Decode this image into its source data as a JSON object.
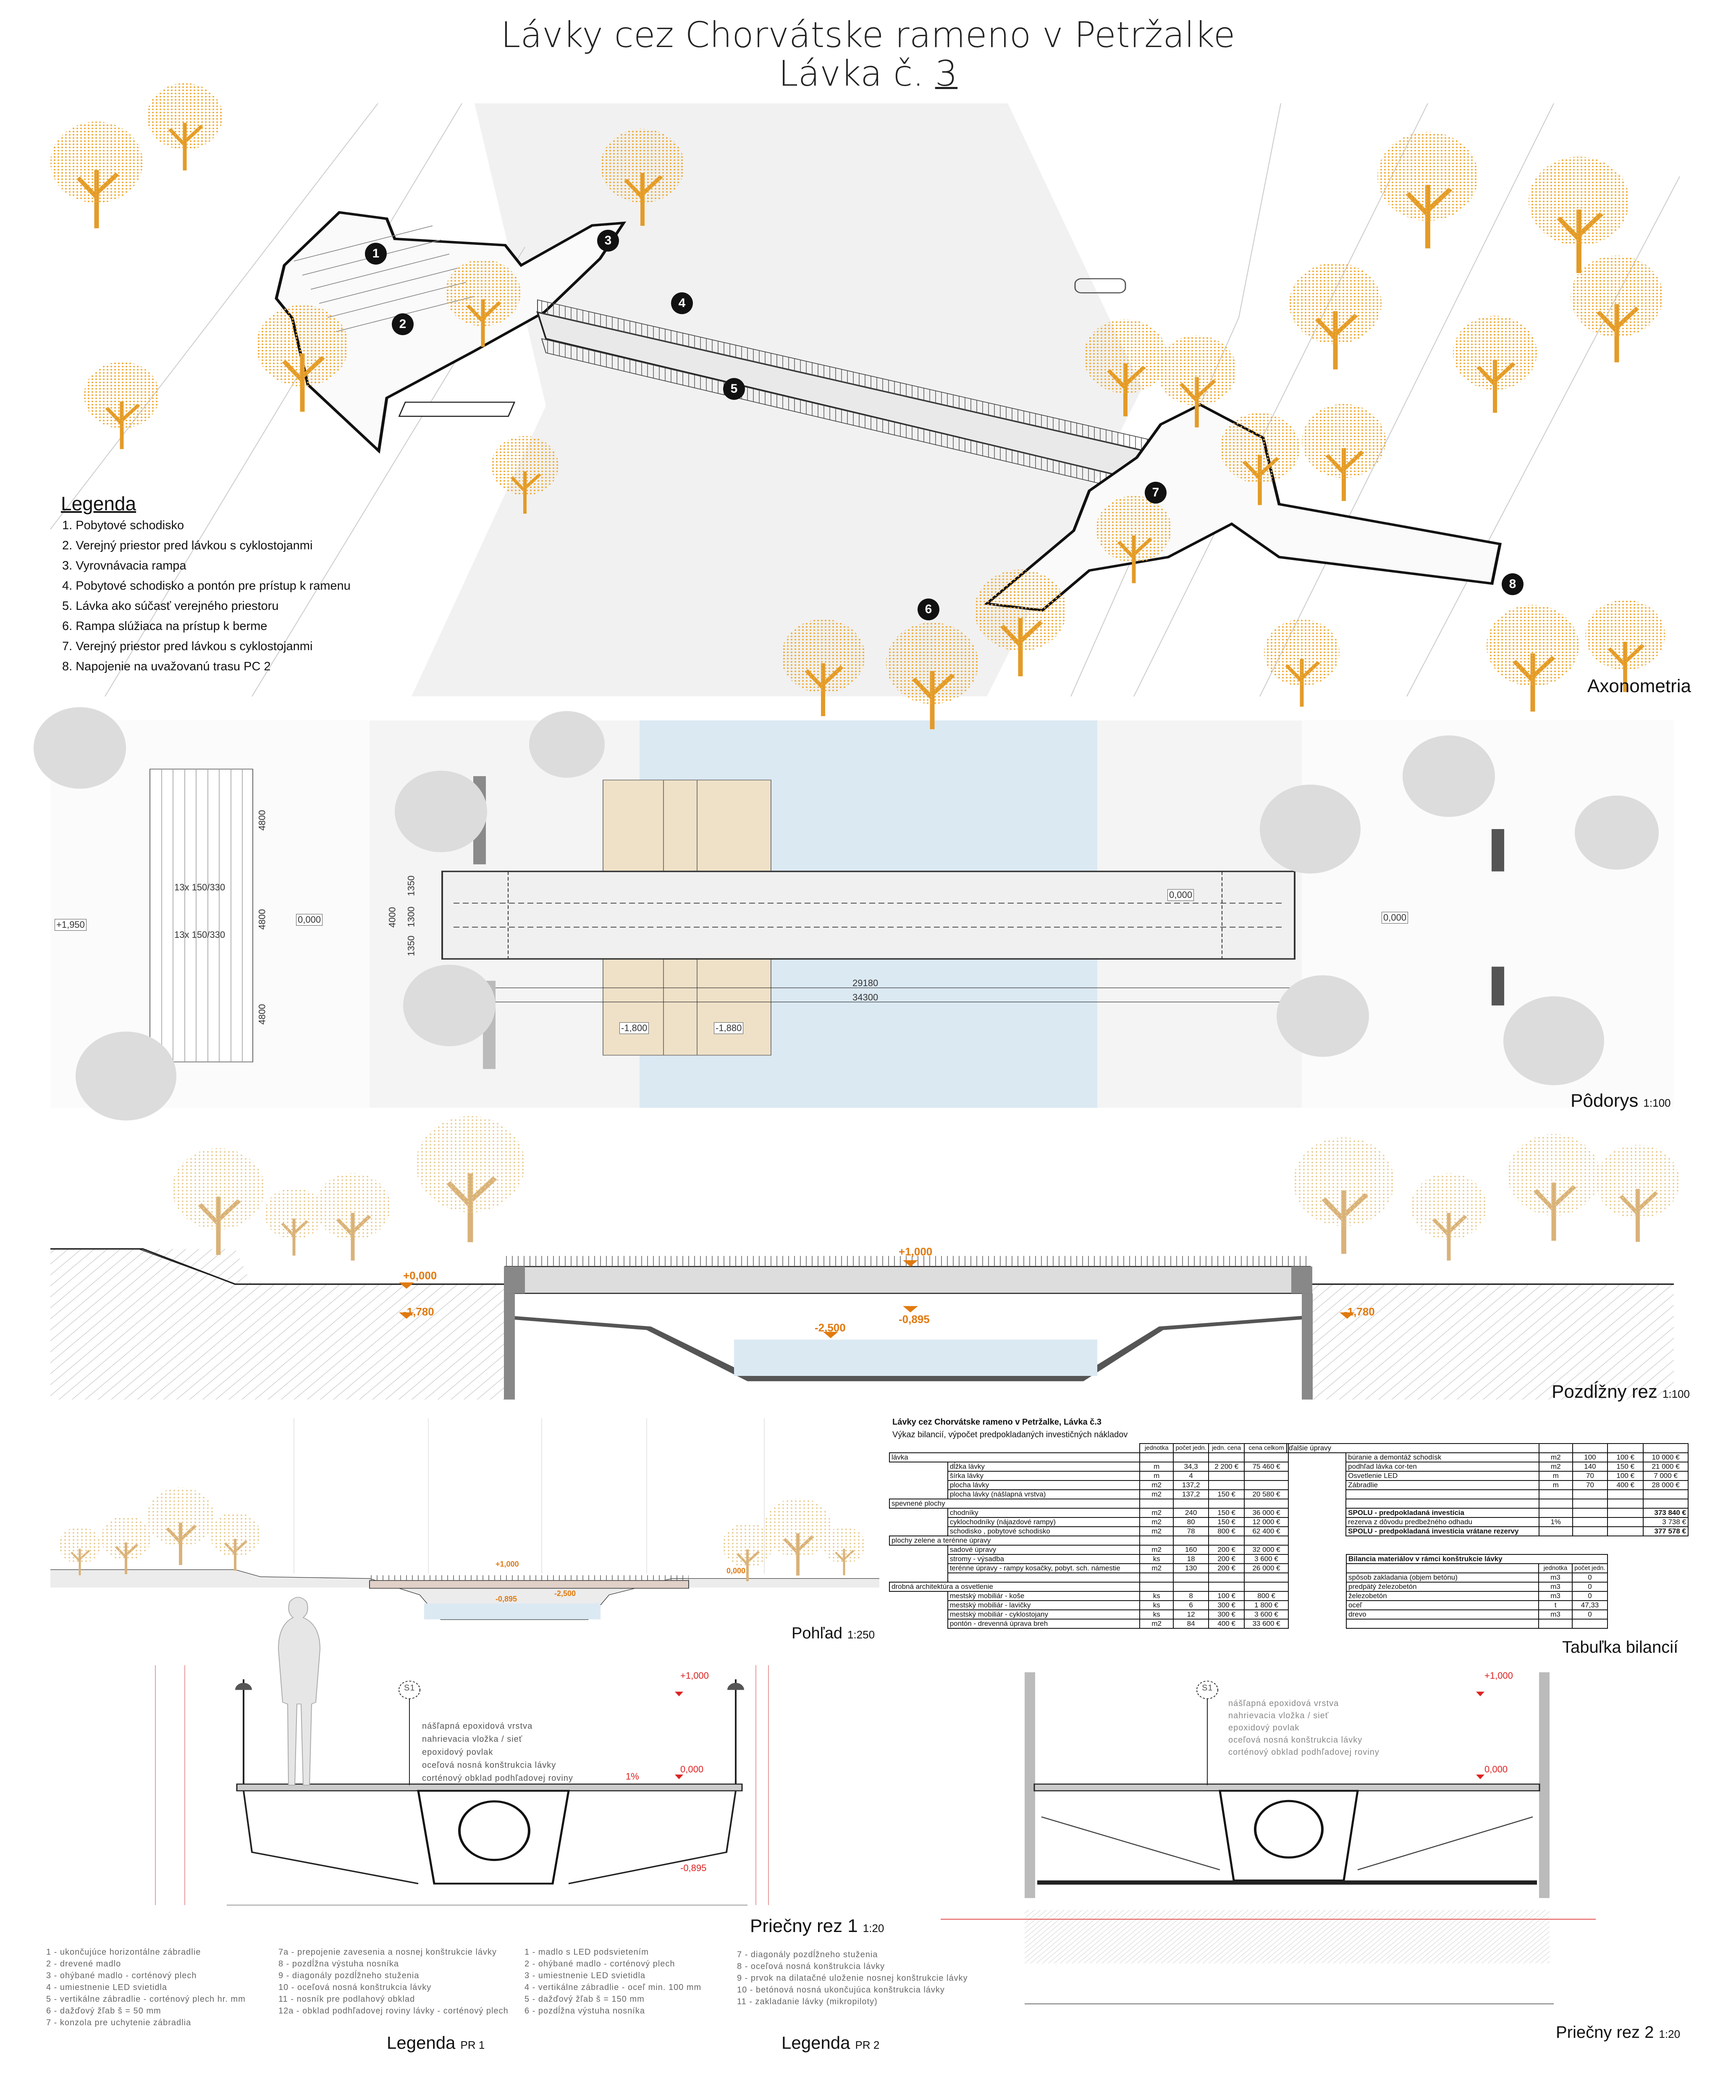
{
  "title": {
    "line1": "Lávky cez Chorvátske rameno v Petržalke",
    "line2_prefix": "Lávka č. ",
    "line2_number": "3"
  },
  "axonometry": {
    "label": "Axonometria",
    "legend_title": "Legenda",
    "legend": [
      "1. Pobytové schodisko",
      "2. Verejný priestor pred lávkou s cyklostojanmi",
      "3. Vyrovnávacia rampa",
      "4. Pobytové schodisko a pontón pre prístup k ramenu",
      "5. Lávka ako súčasť verejného priestoru",
      "6. Rampa slúžiaca na prístup k berme",
      "7. Verejný priestor pred lávkou s cyklostojanmi",
      "8. Napojenie na uvažovanú trasu PC 2"
    ],
    "markers": [
      "1",
      "2",
      "3",
      "4",
      "5",
      "6",
      "7",
      "8"
    ]
  },
  "plan": {
    "label": "Pôdorys",
    "scale": "1:100",
    "levels": {
      "left": "+1,950",
      "stairs": "0,000",
      "deck_right": "0,000",
      "right": "0,000",
      "pontoon_left": "-1,800",
      "pontoon_right": "-1,880"
    },
    "dims": {
      "width": "4000",
      "w_a": "1350",
      "w_b": "1300",
      "w_c": "1350",
      "stairs_w": "4800",
      "stairs_top": "4800",
      "stairs_bottom": "4800",
      "span_inner": "29180",
      "span_total": "34300",
      "steps_1": "13x 150/330",
      "steps_2": "13x 150/330"
    }
  },
  "long_section": {
    "label": "Pozdĺžny rez",
    "scale": "1:100",
    "levels": {
      "deck": "+1,000",
      "left_ground": "+0,000",
      "left_low": "-1,780",
      "right_low": "-1,780",
      "water": "-2,500",
      "soffit": "-0,895"
    }
  },
  "elevation": {
    "label": "Pohľad",
    "scale": "1:250",
    "levels": {
      "deck": "+1,000",
      "right": "0,000",
      "soffit": "-0,895",
      "water": "-2,500"
    }
  },
  "table": {
    "label": "Tabuľka bilancií",
    "title": "Lávky cez Chorvátske rameno v Petržalke, Lávka č.3",
    "subtitle": "Výkaz bilancií, výpočet predpokladaných investičných nákladov",
    "headers": [
      "jednotka",
      "počet jedn.",
      "jedn. cena",
      "cena celkom"
    ],
    "groups": [
      {
        "name": "lávka",
        "rows": [
          [
            "dĺžka lávky",
            "m",
            "34,3",
            "2 200 €",
            "75 460 €"
          ],
          [
            "šírka lávky",
            "m",
            "4",
            "",
            ""
          ],
          [
            "plocha lávky",
            "m2",
            "137,2",
            "",
            ""
          ],
          [
            "plocha lávky (nášlapná vrstva)",
            "m2",
            "137,2",
            "150 €",
            "20 580 €"
          ]
        ]
      },
      {
        "name": "spevnené plochy",
        "rows": [
          [
            "chodníky",
            "m2",
            "240",
            "150 €",
            "36 000 €"
          ],
          [
            "cyklochodníky (nájazdové rampy)",
            "m2",
            "80",
            "150 €",
            "12 000 €"
          ],
          [
            "schodisko , pobytové schodisko",
            "m2",
            "78",
            "800 €",
            "62 400 €"
          ]
        ]
      },
      {
        "name": "plochy zelene a terénne úpravy",
        "rows": [
          [
            "sadové úpravy",
            "m2",
            "160",
            "200 €",
            "32 000 €"
          ],
          [
            "stromy - výsadba",
            "ks",
            "18",
            "200 €",
            "3 600 €"
          ],
          [
            "terénne úpravy - rampy kosačky, pobyt. sch. námestie",
            "m2",
            "130",
            "200 €",
            "26 000 €"
          ],
          [
            "",
            "",
            "",
            "",
            ""
          ]
        ]
      },
      {
        "name": "drobná architektúra a osvetlenie",
        "rows": [
          [
            "mestský mobiliár - koše",
            "ks",
            "8",
            "100 €",
            "800 €"
          ],
          [
            "mestský mobiliár - lavičky",
            "ks",
            "6",
            "300 €",
            "1 800 €"
          ],
          [
            "mestský mobiliár - cyklostojany",
            "ks",
            "12",
            "300 €",
            "3 600 €"
          ],
          [
            "pontón - drevenná úprava breh",
            "m2",
            "84",
            "400 €",
            "33 600 €"
          ]
        ]
      },
      {
        "name": "ďalšie úpravy",
        "rows": [
          [
            "búranie a demontáž schodísk",
            "m2",
            "100",
            "100 €",
            "10 000 €"
          ],
          [
            "podhľad lávka cor-ten",
            "m2",
            "140",
            "150 €",
            "21 000 €"
          ],
          [
            "Osvetlenie LED",
            "m",
            "70",
            "100 €",
            "7 000 €"
          ],
          [
            "Zábradlie",
            "m",
            "70",
            "400 €",
            "28 000 €"
          ],
          [
            "",
            "",
            "",
            "",
            ""
          ],
          [
            "",
            "",
            "",
            "",
            ""
          ]
        ]
      }
    ],
    "totals": [
      {
        "label": "SPOLU - predpokladaná investícia",
        "unit": "",
        "value": "373 840 €",
        "bold": true
      },
      {
        "label": "rezerva z dôvodu predbežného odhadu",
        "unit": "1%",
        "value": "3 738 €",
        "bold": false
      },
      {
        "label": "SPOLU - predpokladaná investícia vrátane rezervy",
        "unit": "",
        "value": "377 578 €",
        "bold": true
      }
    ],
    "materials": {
      "title": "Bilancia materiálov v rámci konštrukcie lávky",
      "headers": [
        "jednotka",
        "počet jedn."
      ],
      "rows": [
        [
          "spôsob zakladania (objem betónu)",
          "m3",
          "0"
        ],
        [
          "predpätý železobetón",
          "m3",
          "0"
        ],
        [
          "železobetón",
          "m3",
          "0"
        ],
        [
          "oceľ",
          "t",
          "47,33"
        ],
        [
          "drevo",
          "m3",
          "0"
        ]
      ]
    }
  },
  "cross_section_1": {
    "label": "Priečny rez 1",
    "scale": "1:20",
    "detail_tag": "S1",
    "levels": {
      "top": "+1,000",
      "deck": "0,000",
      "bottom": "-0,895"
    },
    "slope": "1%",
    "layers": [
      "nášľapná epoxidová vrstva",
      "nahrievacia vložka / sieť",
      "epoxidový povlak",
      "oceľová nosná konštrukcia lávky",
      "corténový obklad podhľadovej roviny"
    ]
  },
  "cross_section_2": {
    "label": "Priečny rez 2",
    "scale": "1:20",
    "detail_tag": "S1",
    "levels": {
      "top": "+1,000",
      "deck": "0,000"
    },
    "layers": [
      "nášľapná epoxidová vrstva",
      "nahrievacia vložka / sieť",
      "epoxidový povlak",
      "oceľová nosná konštrukcia lávky",
      "corténový obklad podhľadovej roviny"
    ]
  },
  "legend_pr1": {
    "title": "Legenda",
    "suffix": "PR 1",
    "col1": [
      "1 - ukončujúce horizontálne zábradlie",
      "2 - drevené madlo",
      "3 - ohýbané madlo - corténový plech",
      "4 - umiestnenie LED svietidla",
      "5 - vertikálne zábradlie - corténový plech hr. mm",
      "6 - dažďový žľab š = 50 mm",
      "7 - konzola pre uchytenie zábradlia"
    ],
    "col2": [
      "7a - prepojenie zavesenia a nosnej konštrukcie lávky",
      "8 - pozdĺžna výstuha nosníka",
      "9 - diagonály pozdĺžneho stuženia",
      "10 - oceľová nosná konštrukcia lávky",
      "11 - nosník pre podlahový obklad",
      "12a - obklad podhľadovej roviny lávky - corténový plech"
    ]
  },
  "legend_pr2": {
    "title": "Legenda",
    "suffix": "PR 2",
    "col1": [
      "1 - madlo s LED podsvietením",
      "2 - ohýbané madlo - corténový plech",
      "3 - umiestnenie LED svietidla",
      "4 - vertikálne zábradlie - oceľ min. 100 mm",
      "5 - dažďový žľab š = 150 mm",
      "6 - pozdĺžna výstuha nosníka"
    ],
    "col2": [
      "7 - diagonály pozdĺžneho stuženia",
      "8 - oceľová nosná konštrukcia lávky",
      "9 - prvok na dilatačné uloženie nosnej konštrukcie lávky",
      "10 - betónová nosná ukončujúca konštrukcia lávky",
      "11 - zakladanie lávky (mikropiloty)"
    ]
  },
  "colors": {
    "tree": "#f0a830",
    "elevation": "#e07a10",
    "water": "#dbe9f3",
    "pontoon": "#efe1c8",
    "marker": "#111111"
  }
}
